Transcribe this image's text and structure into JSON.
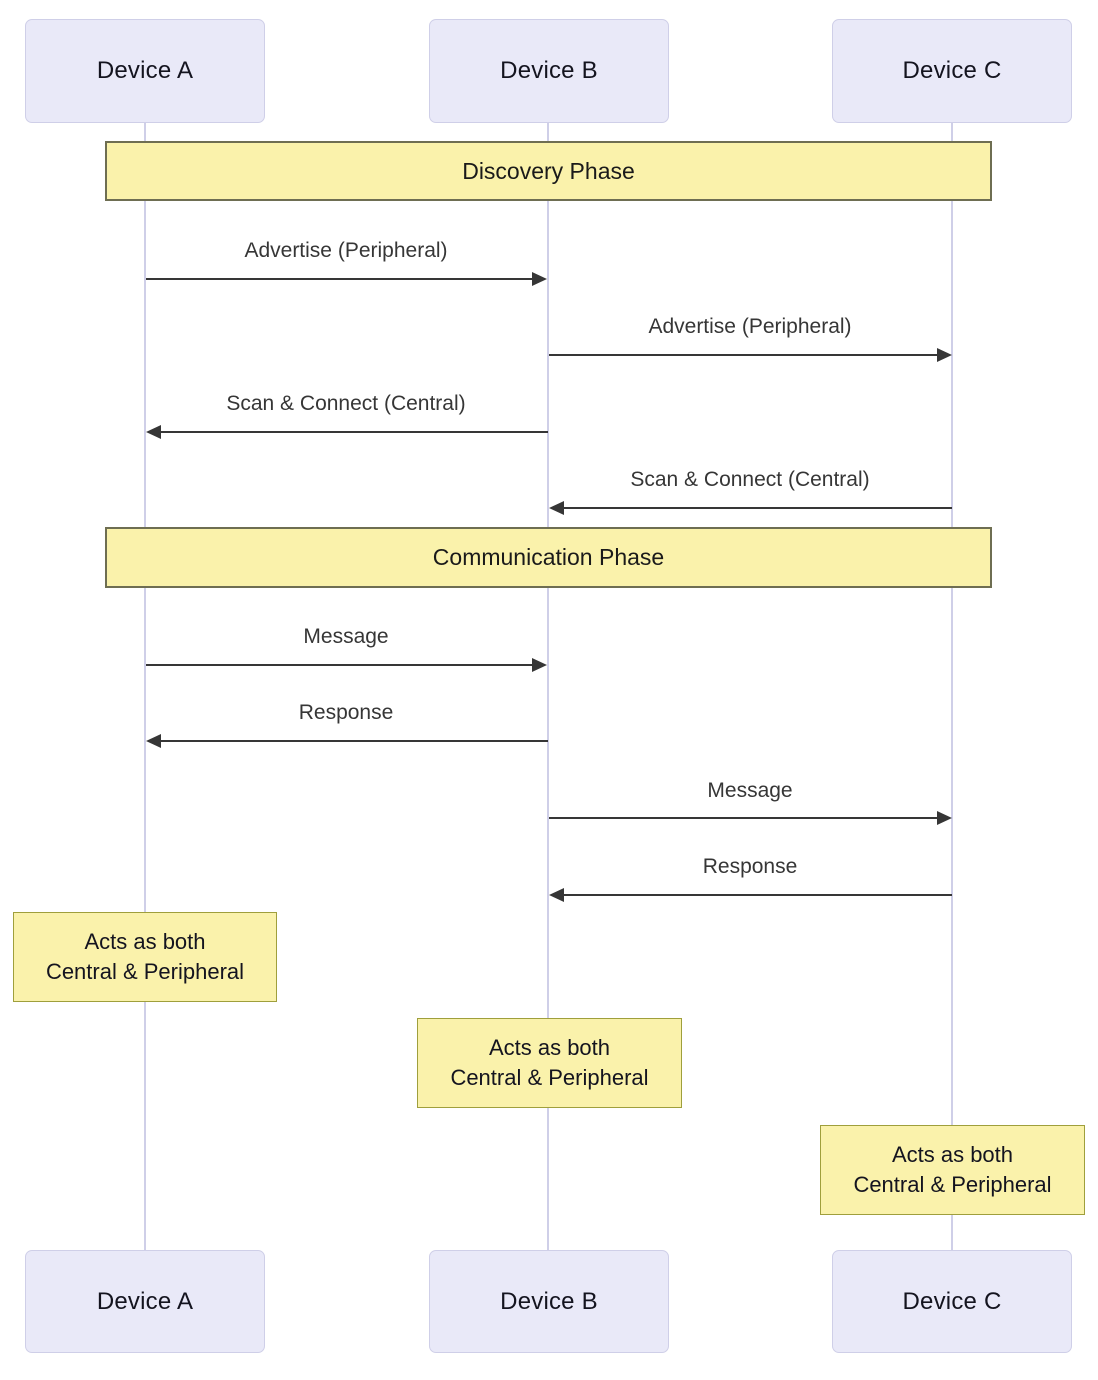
{
  "diagram": {
    "type": "sequence",
    "actors": [
      {
        "name": "Device A"
      },
      {
        "name": "Device B"
      },
      {
        "name": "Device C"
      }
    ],
    "phases": [
      {
        "label": "Discovery Phase"
      },
      {
        "label": "Communication Phase"
      }
    ],
    "messages": [
      {
        "from": "Device A",
        "to": "Device B",
        "direction": "right",
        "label": "Advertise (Peripheral)"
      },
      {
        "from": "Device B",
        "to": "Device C",
        "direction": "right",
        "label": "Advertise (Peripheral)"
      },
      {
        "from": "Device B",
        "to": "Device A",
        "direction": "left",
        "label": "Scan & Connect (Central)"
      },
      {
        "from": "Device C",
        "to": "Device B",
        "direction": "left",
        "label": "Scan & Connect (Central)"
      },
      {
        "from": "Device A",
        "to": "Device B",
        "direction": "right",
        "label": "Message"
      },
      {
        "from": "Device B",
        "to": "Device A",
        "direction": "left",
        "label": "Response"
      },
      {
        "from": "Device B",
        "to": "Device C",
        "direction": "right",
        "label": "Message"
      },
      {
        "from": "Device C",
        "to": "Device B",
        "direction": "left",
        "label": "Response"
      }
    ],
    "notes": [
      {
        "over": "Device A",
        "line1": "Acts as both",
        "line2": "Central & Peripheral"
      },
      {
        "over": "Device B",
        "line1": "Acts as both",
        "line2": "Central & Peripheral"
      },
      {
        "over": "Device C",
        "line1": "Acts as both",
        "line2": "Central & Peripheral"
      }
    ],
    "colors": {
      "actor_fill": "#e9e9f8",
      "actor_border": "#cfcfe8",
      "lifeline": "#cfcfe8",
      "note_fill": "#faf2ab",
      "note_border": "#9f9f3c",
      "banner_fill": "#faf2ab",
      "banner_border": "#6e6e52",
      "arrow": "#363636",
      "message_text": "#363636",
      "actor_text": "#14141f"
    }
  }
}
